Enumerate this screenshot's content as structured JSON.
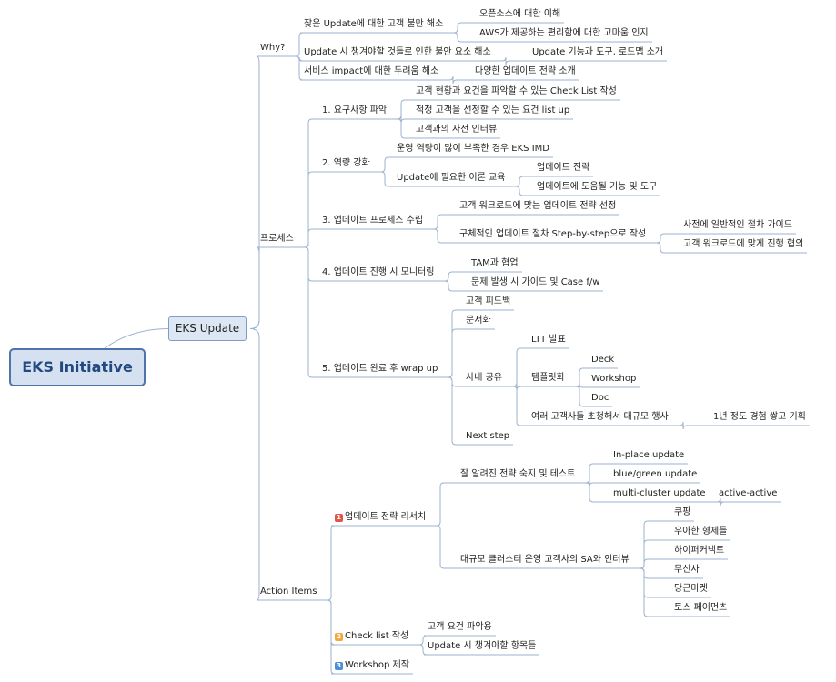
{
  "root": {
    "label": "EKS Initiative"
  },
  "main": {
    "label": "EKS Update"
  },
  "why": {
    "label": "Why?",
    "items": [
      {
        "label": "잦은 Update에 대한 고객 불만 해소",
        "children": [
          "오픈소스에 대한 이해",
          "AWS가 제공하는 편리함에 대한 고마움 인지"
        ]
      },
      {
        "label": "Update 시 챙겨야할 것들로 인한 불안 요소 해소",
        "children": [
          "Update 기능과 도구, 로드맵 소개"
        ]
      },
      {
        "label": "서비스 impact에 대한 두려움 해소",
        "children": [
          "다양한 업데이트 전략 소개"
        ]
      }
    ]
  },
  "process": {
    "label": "프로세스",
    "steps": [
      {
        "label": "1. 요구사항 파악",
        "children": [
          "고객 현황과 요건을 파악할 수 있는 Check List 작성",
          "적정 고객을 선정할 수 있는 요건 list up",
          "고객과의 사전 인터뷰"
        ]
      },
      {
        "label": "2. 역량 강화",
        "children": [
          "운영 역량이 많이 부족한 경우 EKS IMD",
          "Update에 필요한 이론 교육"
        ],
        "grandchildren": [
          "업데이트 전략",
          "업데이트에 도움될 기능 및 도구"
        ]
      },
      {
        "label": "3. 업데이트 프로세스 수립",
        "children": [
          "고객 워크로드에 맞는 업데이트 전략 선정",
          "구체적인 업데이트 절차 Step-by-step으로 작성"
        ],
        "grandchildren": [
          "사전에 일반적인 절차 가이드",
          "고객 워크로드에 맞게 진행 협의"
        ]
      },
      {
        "label": "4. 업데이트 진행 시 모니터링",
        "children": [
          "TAM과 협업",
          "문제 발생 시 가이드 및 Case f/w"
        ]
      },
      {
        "label": "5. 업데이트 완료 후 wrap up",
        "children": [
          "고객 피드백",
          "문서화",
          "사내 공유",
          "Next step"
        ],
        "share": {
          "children": [
            "LTT 발표",
            "템플릿화",
            "여러 고객사들 초청해서 대규모 행사"
          ],
          "template": [
            "Deck",
            "Workshop",
            "Doc"
          ],
          "event": [
            "1년 정도 경험 쌓고 기획"
          ]
        }
      }
    ]
  },
  "actions": {
    "label": "Action Items",
    "items": [
      {
        "badge": "1",
        "label": "업데이트 전략 리서치",
        "children": [
          "잘 알려진 전략 숙지 및 테스트",
          "대규모 클러스터 운영 고객사의 SA와 인터뷰"
        ],
        "strategies": [
          "In-place update",
          "blue/green update",
          "multi-cluster update"
        ],
        "multi": [
          "active-active"
        ],
        "companies": [
          "쿠팡",
          "우아한 형제들",
          "하이퍼커넥트",
          "무신사",
          "당근마켓",
          "토스 페이먼츠"
        ]
      },
      {
        "badge": "2",
        "label": "Check list 작성",
        "children": [
          "고객 요건 파악용",
          "Update 시 챙겨야할 항목들"
        ]
      },
      {
        "badge": "3",
        "label": "Workshop 제작"
      }
    ]
  },
  "colors": {
    "line": "#9db3cf",
    "root_fill": "#d5e1f1",
    "root_border": "#4e74a9",
    "root_text": "#234a80",
    "badge1": "#e0544a",
    "badge2": "#f2a93b",
    "badge3": "#4a8fd8"
  }
}
